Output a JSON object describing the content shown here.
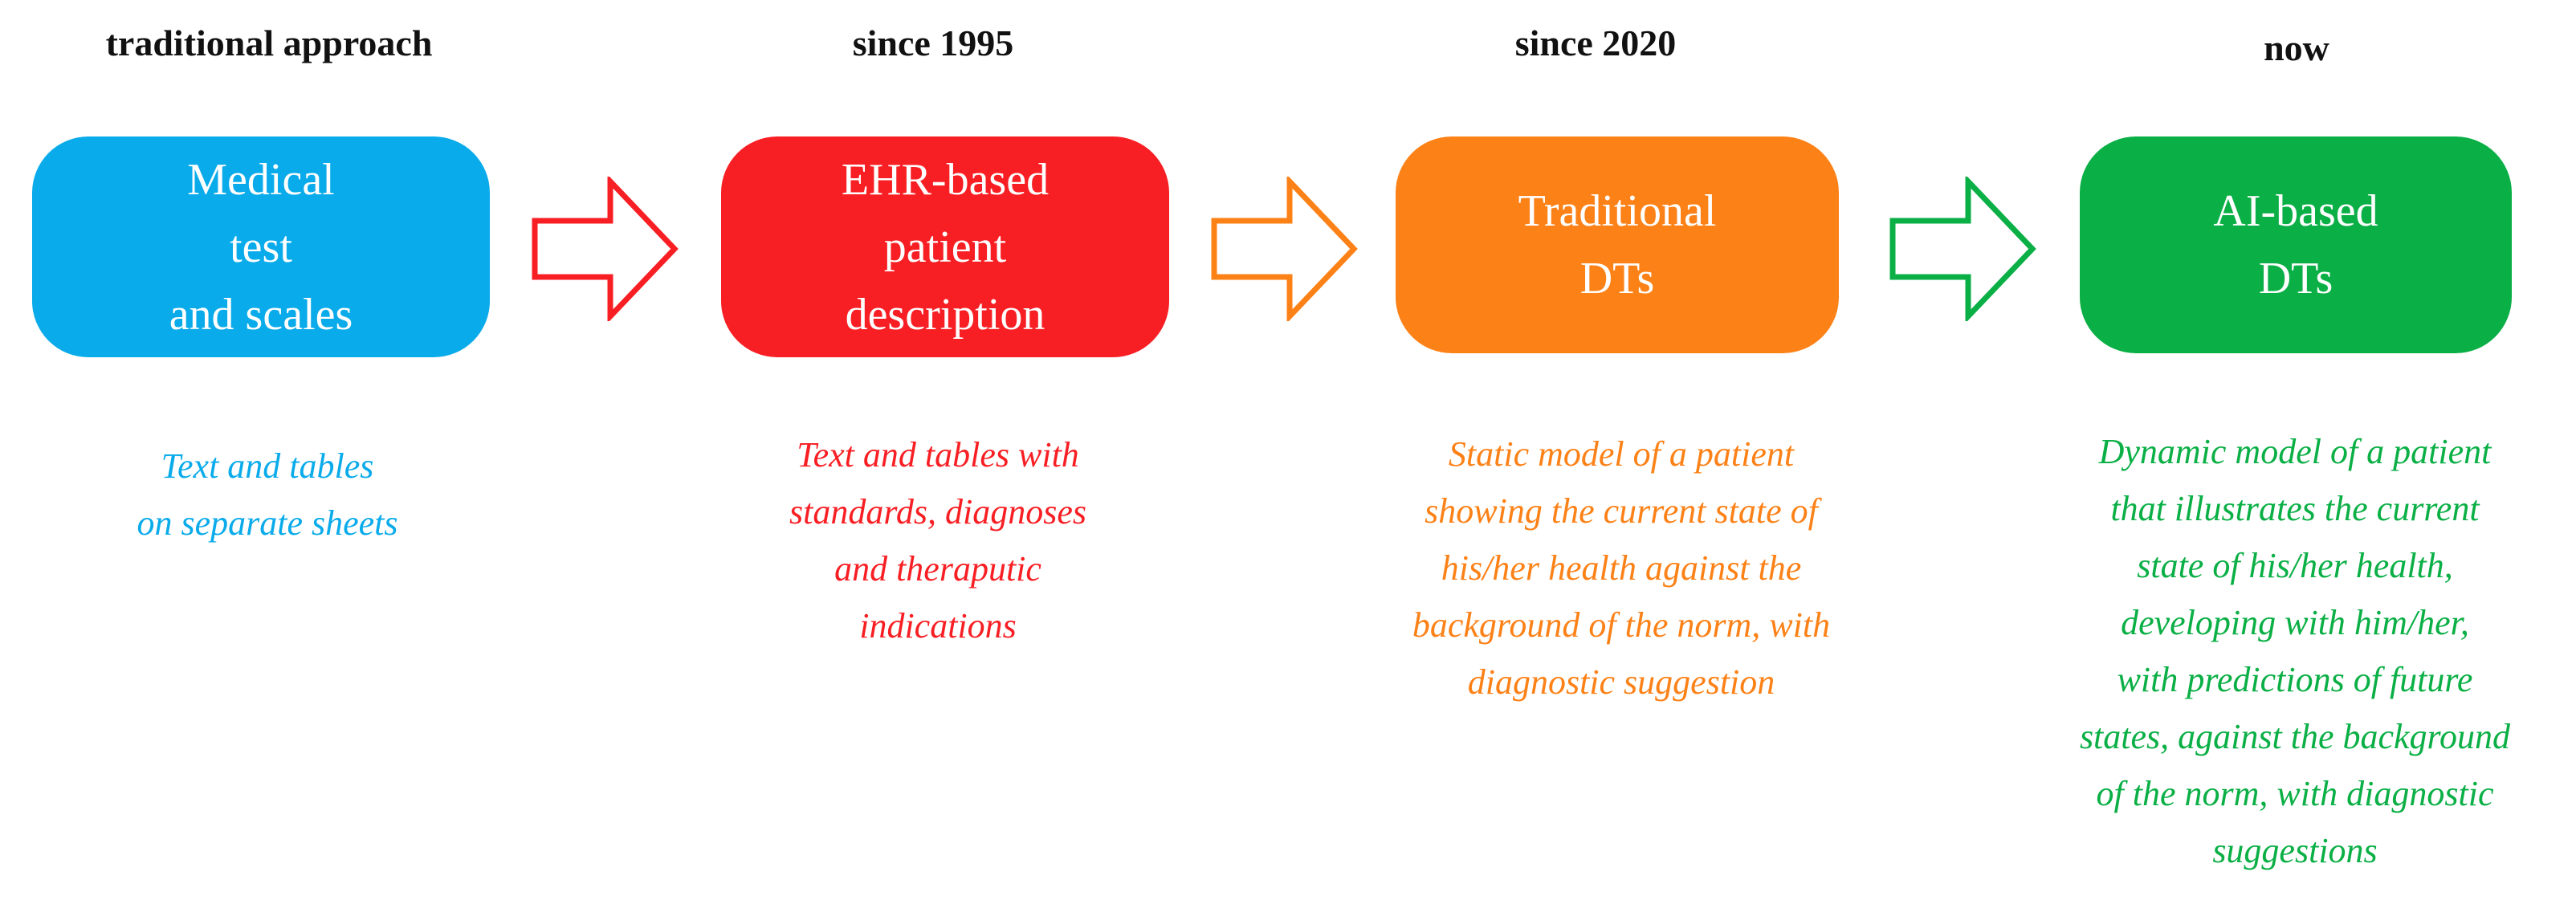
{
  "stages": [
    {
      "title": "traditional approach",
      "box_label": "Medical\ntest\nand scales",
      "description": "Text and tables\non separate sheets",
      "color": "#0AABEA"
    },
    {
      "title": "since 1995",
      "box_label": "EHR-based\npatient\ndescription",
      "description": "Text and tables with\nstandards, diagnoses\nand theraputic\nindications",
      "color": "#F81F24"
    },
    {
      "title": "since 2020",
      "box_label": "Traditional\nDTs",
      "description": "Static model of a patient\nshowing the current state of\nhis/her health against the\nbackground of the norm, with\ndiagnostic suggestion",
      "color": "#FC8117"
    },
    {
      "title": "now",
      "box_label": "AI-based\nDTs",
      "description": "Dynamic model of a patient\nthat illustrates the current\nstate of his/her health,\ndeveloping with him/her,\nwith predictions of future\nstates, against the background\nof the norm, with diagnostic\nsuggestions",
      "color": "#0AAF45"
    }
  ],
  "arrows": [
    {
      "color": "#F81F24"
    },
    {
      "color": "#FC8117"
    },
    {
      "color": "#0AAF45"
    }
  ]
}
